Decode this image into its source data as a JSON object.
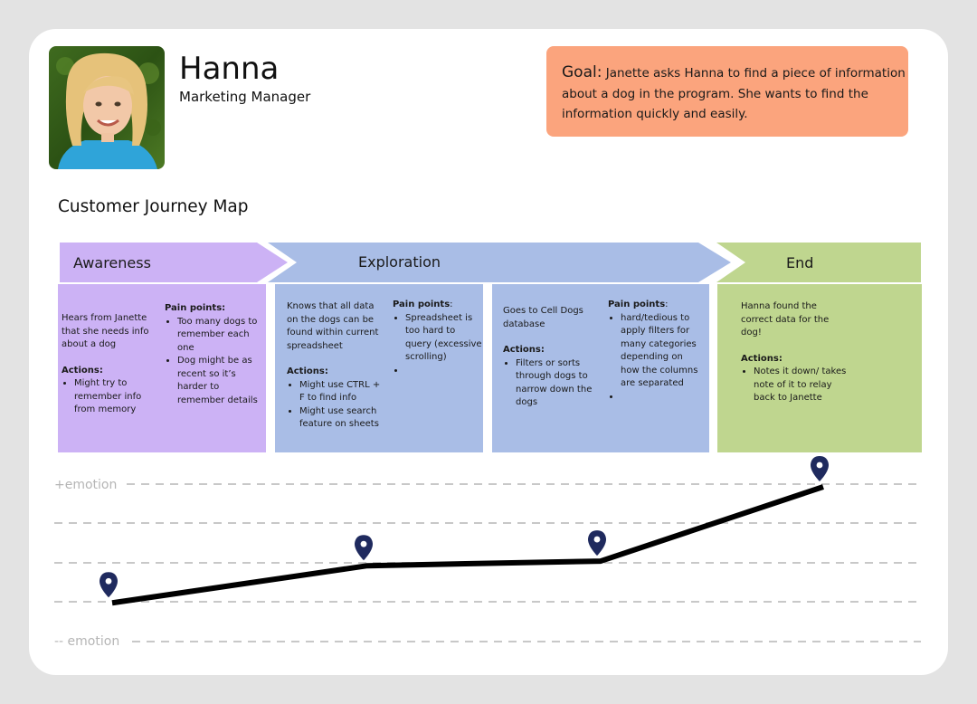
{
  "persona": {
    "name": "Hanna",
    "role": "Marketing Manager"
  },
  "goal": {
    "label": "Goal:",
    "text": "Janette asks Hanna to find a piece of information about a dog in the program. She wants to find the information quickly and easily."
  },
  "map_title": "Customer Journey Map",
  "stages": [
    {
      "name": "Awareness",
      "color": "#ccb2f5",
      "description": "Hears from Janette that she needs info about a dog",
      "actions_label": "Actions:",
      "actions": [
        "Might try to remember info from memory"
      ],
      "pain_label": "Pain points:",
      "pain_points": [
        "Too many dogs to remember each one",
        "Dog might be as recent so it’s harder to remember details"
      ]
    },
    {
      "name": "Exploration",
      "color": "#a9bde6",
      "description": "Knows that all data on the dogs can be found within current spreadsheet",
      "actions_label": "Actions:",
      "actions": [
        "Might use CTRL + F to find info",
        "Might use search feature on sheets"
      ],
      "pain_label": "Pain points",
      "pain_points": [
        "Spreadsheet is too hard to query (excessive scrolling)",
        ""
      ]
    },
    {
      "name": "",
      "color": "#a9bde6",
      "description": "Goes to Cell Dogs database",
      "actions_label": "Actions:",
      "actions": [
        "Filters or sorts through dogs to narrow down the dogs"
      ],
      "pain_label": "Pain points",
      "pain_points": [
        "hard/tedious to apply filters for many categories depending on how the columns are separated",
        ""
      ]
    },
    {
      "name": "End",
      "color": "#bfd68f",
      "description": "Hanna found the correct data for the dog!",
      "actions_label": "Actions:",
      "actions": [
        "Notes it down/ takes note of it to relay back to Janette"
      ],
      "pain_label": "",
      "pain_points": []
    }
  ],
  "emotion": {
    "top_label": "+emotion",
    "bottom_label": "-- emotion",
    "marker_color": "#1f2a5e",
    "line_color": "#000000",
    "points": [
      {
        "step": 1,
        "level": 0.25
      },
      {
        "step": 2,
        "level": 0.49
      },
      {
        "step": 3,
        "level": 0.52
      },
      {
        "step": 4,
        "level": 1.0
      }
    ]
  },
  "colors": {
    "goal_bg": "#fba47d",
    "background": "#e3e3e3",
    "card": "#ffffff"
  }
}
